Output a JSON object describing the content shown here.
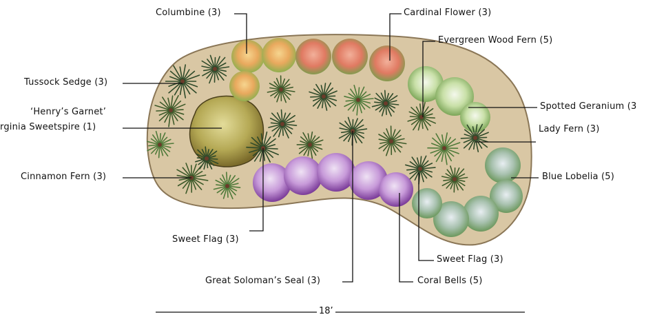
{
  "diagram": {
    "labels": [
      {
        "key": "columbine",
        "text": "Columbine (3)"
      },
      {
        "key": "cardinal_flower",
        "text": "Cardinal Flower (3)"
      },
      {
        "key": "evergreen_wood_fern",
        "text": "Evergreen Wood Fern (5)"
      },
      {
        "key": "tussock_sedge",
        "text": "Tussock Sedge (3)"
      },
      {
        "key": "henrys_garnet_line1",
        "text": "‘Henry’s Garnet’"
      },
      {
        "key": "henrys_garnet_line2",
        "text": "rginia Sweetspire (1)"
      },
      {
        "key": "spotted_geranium",
        "text": "Spotted Geranium (3"
      },
      {
        "key": "lady_fern",
        "text": "Lady Fern (3)"
      },
      {
        "key": "cinnamon_fern",
        "text": "Cinnamon Fern (3)"
      },
      {
        "key": "blue_lobelia",
        "text": "Blue Lobelia (5)"
      },
      {
        "key": "sweet_flag_left",
        "text": "Sweet Flag (3)"
      },
      {
        "key": "sweet_flag_right",
        "text": "Sweet Flag (3)"
      },
      {
        "key": "great_solomons_seal",
        "text": "Great Soloman’s Seal (3)"
      },
      {
        "key": "coral_bells",
        "text": "Coral Bells (5)"
      }
    ],
    "scale": {
      "text": "18’"
    },
    "colors": {
      "bed_fill": "#d9c7a4",
      "bed_edge": "#8a7656",
      "fern_dark": "#2f4a2a",
      "fern_mid": "#4f7a3a",
      "sedge": "#3d5a2a",
      "columbine_orange": "#e7a75a",
      "columbine_green": "#9cc36a",
      "cardinal_red": "#e07a62",
      "geranium": "#c9e0a8",
      "sweetspire": "#b5a955",
      "coral_purple": "#9b5fb8",
      "coral_light": "#d6b5e4",
      "lobelia": "#8fb0c2",
      "leader": "#111111"
    }
  }
}
